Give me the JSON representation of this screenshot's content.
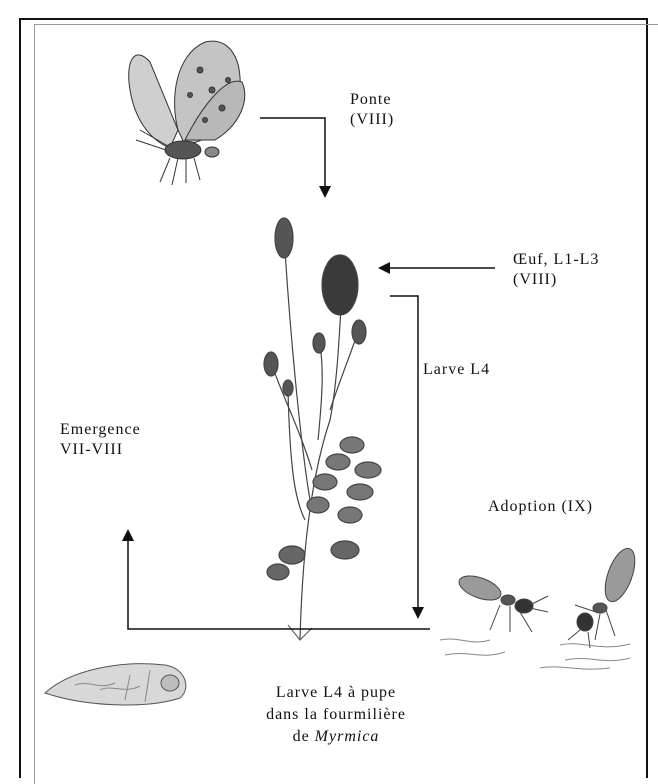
{
  "labels": {
    "ponte": "Ponte",
    "ponte_period": "(VIII)",
    "oeuf": "Œuf, L1-L3",
    "oeuf_period": "(VIII)",
    "larve": "Larve L4",
    "emergence": "Emergence",
    "emergence_period": "VII-VIII",
    "adoption": "Adoption (IX)",
    "nest_line1": "Larve L4 à pupe",
    "nest_line2": "dans la fourmilière",
    "nest_line3_prefix": "de ",
    "nest_line3_genus": "Myrmica"
  },
  "icons": [
    "butterfly-icon",
    "plant-icon",
    "ants-icon",
    "pupa-icon"
  ]
}
